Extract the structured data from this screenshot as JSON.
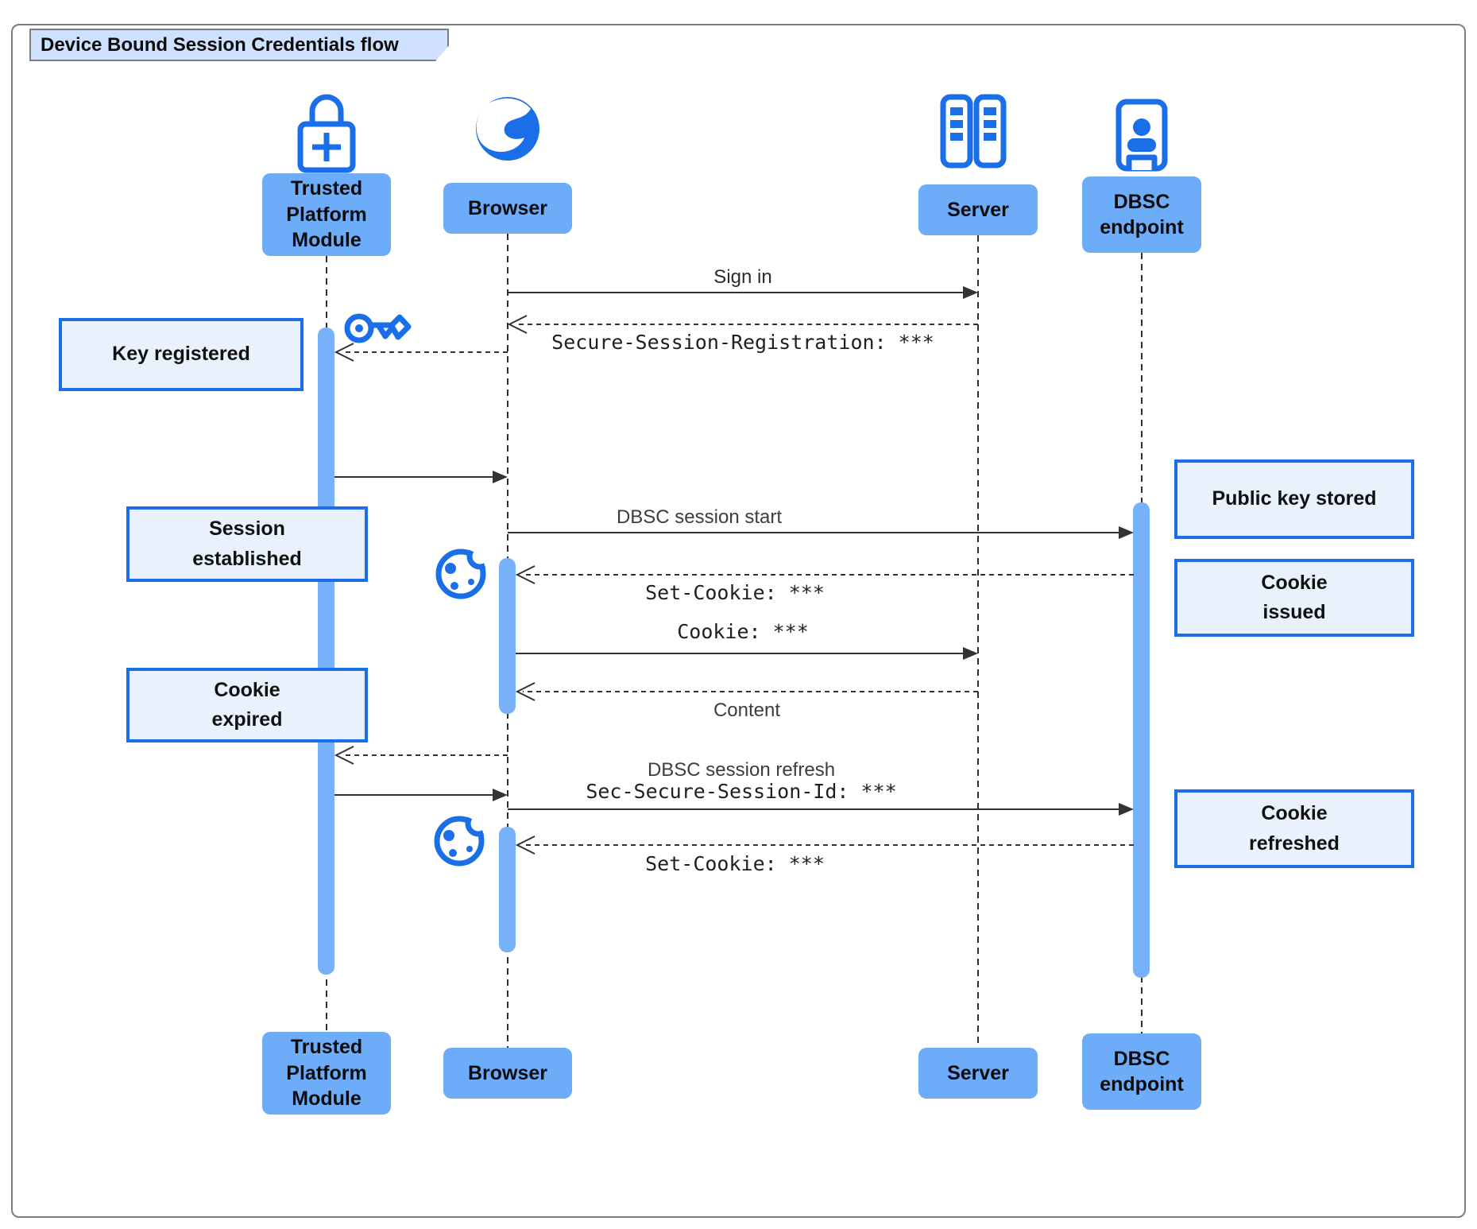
{
  "title": "Device Bound Session Credentials flow",
  "colors": {
    "accent": "#1a6fe8",
    "participant_fill": "#6dacf8",
    "activation_fill": "#76b1f9",
    "note_fill": "#e9f1fd",
    "note_border": "#1a6fe8",
    "title_fill": "#cfe1ff",
    "frame_border": "#7d7d7d",
    "line": "#333333"
  },
  "participants": [
    {
      "id": "tpm",
      "label": "Trusted\nPlatform\nModule",
      "icon": "lock-plus-icon"
    },
    {
      "id": "browser",
      "label": "Browser",
      "icon": "globe-icon"
    },
    {
      "id": "server",
      "label": "Server",
      "icon": "server-racks-icon"
    },
    {
      "id": "dbsc",
      "label": "DBSC\nendpoint",
      "icon": "door-person-icon"
    }
  ],
  "messages": [
    {
      "label": "Sign in",
      "from": "browser",
      "to": "server",
      "line": "solid",
      "font": "sans"
    },
    {
      "label": "Secure-Session-Registration: ***",
      "from": "server",
      "to": "browser",
      "line": "dashed",
      "font": "mono"
    },
    {
      "label": "",
      "from": "browser",
      "to": "tpm",
      "line": "dashed",
      "font": "none"
    },
    {
      "label": "",
      "from": "tpm",
      "to": "browser",
      "line": "solid",
      "font": "none"
    },
    {
      "label": "DBSC session start",
      "from": "browser",
      "to": "dbsc",
      "line": "solid",
      "font": "sans"
    },
    {
      "label": "Set-Cookie: ***",
      "from": "dbsc",
      "to": "browser",
      "line": "dashed",
      "font": "mono"
    },
    {
      "label": "Cookie: ***",
      "from": "browser",
      "to": "server",
      "line": "solid",
      "font": "mono"
    },
    {
      "label": "Content",
      "from": "server",
      "to": "browser",
      "line": "dashed",
      "font": "sans"
    },
    {
      "label": "",
      "from": "browser",
      "to": "tpm",
      "line": "dashed",
      "font": "none"
    },
    {
      "label": "",
      "from": "tpm",
      "to": "browser",
      "line": "solid",
      "font": "none"
    },
    {
      "label": "DBSC session refresh",
      "header": "Sec-Secure-Session-Id: ***",
      "from": "browser",
      "to": "dbsc",
      "line": "solid",
      "font": "mixed"
    },
    {
      "label": "Set-Cookie: ***",
      "from": "dbsc",
      "to": "browser",
      "line": "dashed",
      "font": "mono"
    }
  ],
  "notes": {
    "key_registered": {
      "label": "Key registered",
      "side": "left"
    },
    "session_established": {
      "label": "Session\nestablished",
      "side": "left"
    },
    "cookie_expired": {
      "label": "Cookie\nexpired",
      "side": "left"
    },
    "public_key_stored": {
      "label": "Public key stored",
      "side": "right"
    },
    "cookie_issued": {
      "label": "Cookie\nissued",
      "side": "right"
    },
    "cookie_refreshed": {
      "label": "Cookie\nrefreshed",
      "side": "right"
    }
  },
  "decorations": {
    "key_icon": "key-icon",
    "cookie_icon_1": "cookie-icon",
    "cookie_icon_2": "cookie-icon"
  }
}
